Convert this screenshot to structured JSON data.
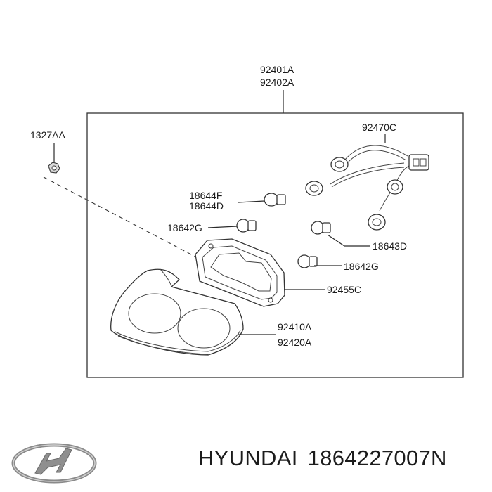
{
  "parts": {
    "p92401A": "92401A",
    "p92402A": "92402A",
    "p1327AA": "1327AA",
    "p92470C": "92470C",
    "p18644F": "18644F",
    "p18644D": "18644D",
    "p18642G_left": "18642G",
    "p18643D": "18643D",
    "p18642G_right": "18642G",
    "p92455C": "92455C",
    "p92410A": "92410A",
    "p92420A": "92420A"
  },
  "footer": {
    "brand": "HYUNDAI",
    "part_number": "1864227007N",
    "logo_icon": "hyundai-logo-icon"
  }
}
